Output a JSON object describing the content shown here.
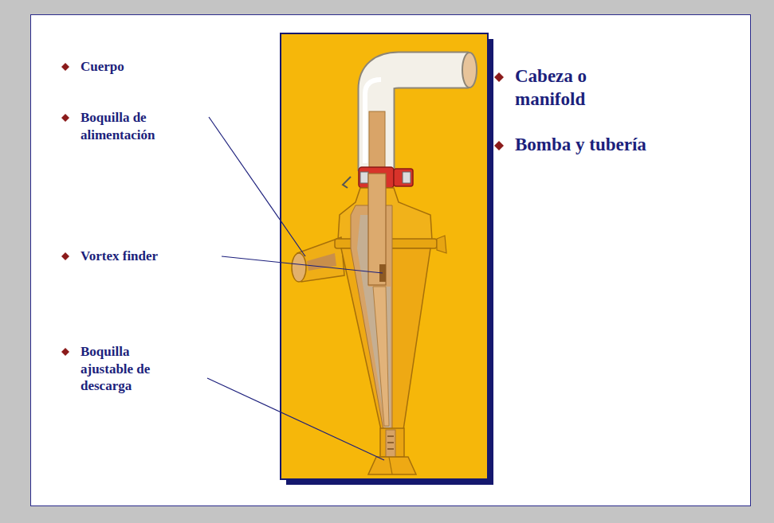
{
  "diagram": {
    "labels": [
      "Cuerpo",
      "Boquilla de alimentación",
      "Vortex finder",
      "Boquilla ajustable de descarga",
      "Cabeza o manifold",
      "Bomba y tubería"
    ]
  }
}
